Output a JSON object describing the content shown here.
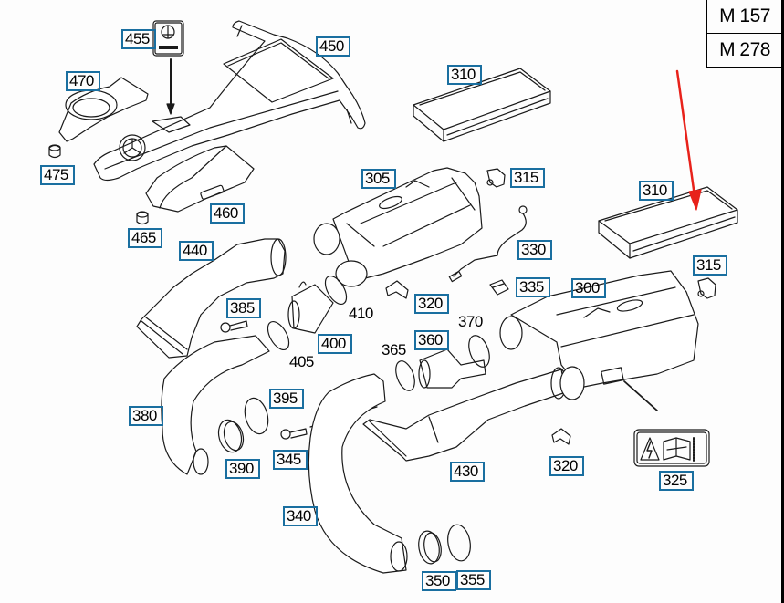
{
  "models": [
    "M 157",
    "M 278"
  ],
  "labels": [
    {
      "id": "455",
      "text": "455",
      "boxed": true
    },
    {
      "id": "450",
      "text": "450",
      "boxed": true
    },
    {
      "id": "470",
      "text": "470",
      "boxed": true
    },
    {
      "id": "475",
      "text": "475",
      "boxed": true
    },
    {
      "id": "460",
      "text": "460",
      "boxed": true
    },
    {
      "id": "465",
      "text": "465",
      "boxed": true
    },
    {
      "id": "310a",
      "text": "310",
      "boxed": true
    },
    {
      "id": "305",
      "text": "305",
      "boxed": true
    },
    {
      "id": "315a",
      "text": "315",
      "boxed": true
    },
    {
      "id": "310b",
      "text": "310",
      "boxed": true
    },
    {
      "id": "440",
      "text": "440",
      "boxed": true
    },
    {
      "id": "330",
      "text": "330",
      "boxed": true
    },
    {
      "id": "315b",
      "text": "315",
      "boxed": true
    },
    {
      "id": "385",
      "text": "385",
      "boxed": true
    },
    {
      "id": "320a",
      "text": "320",
      "boxed": true
    },
    {
      "id": "335",
      "text": "335",
      "boxed": true
    },
    {
      "id": "300",
      "text": "300",
      "boxed": true
    },
    {
      "id": "410",
      "text": "410",
      "boxed": false
    },
    {
      "id": "370",
      "text": "370",
      "boxed": false
    },
    {
      "id": "360",
      "text": "360",
      "boxed": true
    },
    {
      "id": "400",
      "text": "400",
      "boxed": true
    },
    {
      "id": "365",
      "text": "365",
      "boxed": false
    },
    {
      "id": "405",
      "text": "405",
      "boxed": false
    },
    {
      "id": "395",
      "text": "395",
      "boxed": true
    },
    {
      "id": "380",
      "text": "380",
      "boxed": true
    },
    {
      "id": "345",
      "text": "345",
      "boxed": true
    },
    {
      "id": "390",
      "text": "390",
      "boxed": true
    },
    {
      "id": "430",
      "text": "430",
      "boxed": true
    },
    {
      "id": "320b",
      "text": "320",
      "boxed": true
    },
    {
      "id": "325",
      "text": "325",
      "boxed": true
    },
    {
      "id": "340",
      "text": "340",
      "boxed": true
    },
    {
      "id": "350",
      "text": "350",
      "boxed": true
    },
    {
      "id": "355",
      "text": "355",
      "boxed": true
    }
  ],
  "colors": {
    "label_border": "#1a6fa0",
    "highlight_arrow": "#e8221b",
    "line": "#1a1a1a"
  }
}
